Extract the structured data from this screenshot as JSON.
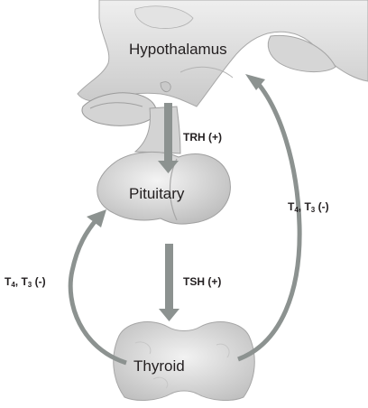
{
  "organs": {
    "hypothalamus": "Hypothalamus",
    "pituitary": "Pituitary",
    "thyroid": "Thyroid"
  },
  "hormones": {
    "trh": "TRH (+)",
    "tsh": "TSH (+)",
    "feedback_right": {
      "t4": "4",
      "t3": "3",
      "sign": "(-)"
    },
    "feedback_left": {
      "t4": "4",
      "t3": "3",
      "sign": "(-)"
    }
  },
  "colors": {
    "tissue": "#d9d9d9",
    "tissue_dark": "#9a9a9a",
    "arrow": "#8c9290",
    "text": "#231f20"
  }
}
